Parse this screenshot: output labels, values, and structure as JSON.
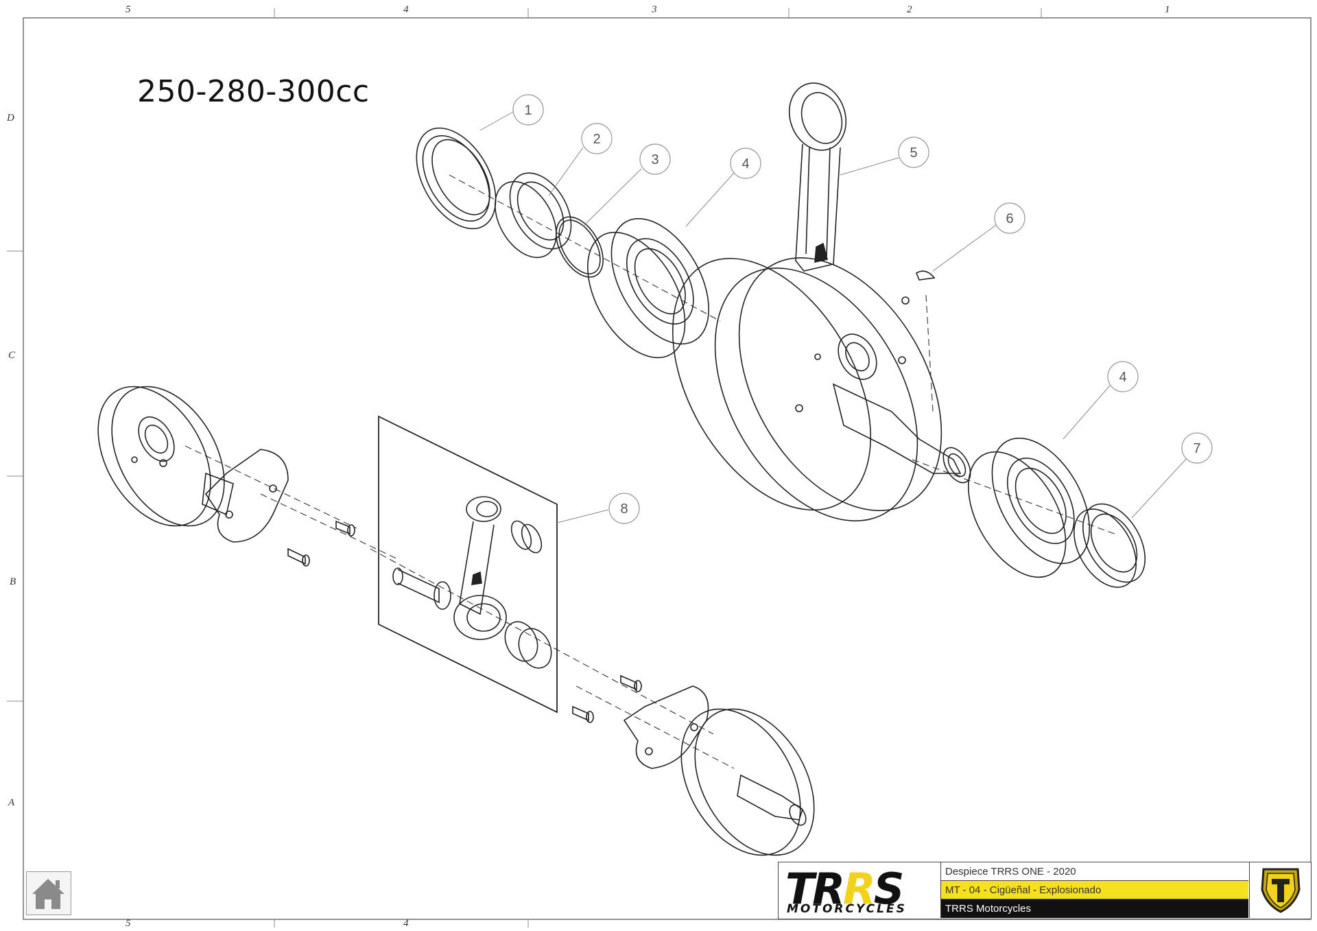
{
  "sheet": {
    "columns_top": [
      "5",
      "4",
      "3",
      "2",
      "1"
    ],
    "columns_bottom": [
      "5",
      "4"
    ],
    "rows": [
      "D",
      "C",
      "B",
      "A"
    ]
  },
  "model_title": "250-280-300cc",
  "callouts": [
    "1",
    "2",
    "3",
    "4",
    "5",
    "6",
    "4",
    "7",
    "8"
  ],
  "title_block": {
    "brand": "TRRS",
    "brand_sub": "MOTORCYCLES",
    "row1": "Despiece TRRS ONE - 2020",
    "row2": "MT - 04 - Cigüeñal - Explosionado",
    "row3": "TRRS Motorcycles",
    "accent_color": "#f5e11e"
  },
  "icons": {
    "home": "home-icon",
    "shield": "trrs-shield-logo-icon"
  }
}
